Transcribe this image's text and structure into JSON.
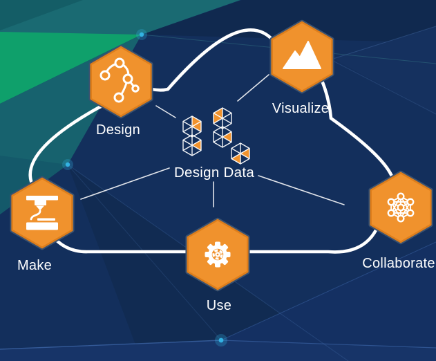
{
  "colors": {
    "background": "#132f5c",
    "hexagon_fill": "#f0922d",
    "hexagon_border": "#de7e1b",
    "hexagon_ring": "#3a5271",
    "cloud_stroke": "#ffffff",
    "teal_dark": "#1a6a72",
    "teal_fan": "#17626e",
    "green": "#0fa06b",
    "accent_dot": "#35b6e8",
    "label_color": "#ffffff"
  },
  "diagram": {
    "center": {
      "label": "Design Data",
      "logo": "design-data-cubes-logo"
    },
    "nodes": [
      {
        "id": "design",
        "label": "Design",
        "icon": "bezier-nodes-icon"
      },
      {
        "id": "visualize",
        "label": "Visualize",
        "icon": "mountain-chart-icon"
      },
      {
        "id": "make",
        "label": "Make",
        "icon": "3d-printer-icon"
      },
      {
        "id": "use",
        "label": "Use",
        "icon": "gear-icon"
      },
      {
        "id": "collaborate",
        "label": "Collaborate",
        "icon": "network-graph-icon"
      }
    ]
  }
}
